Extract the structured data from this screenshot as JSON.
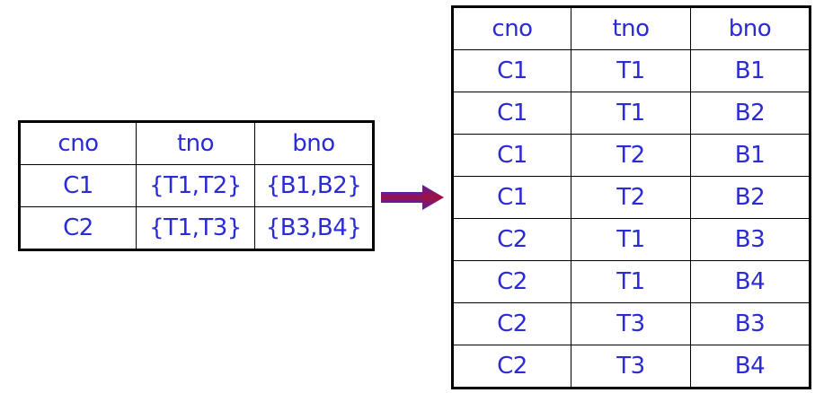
{
  "left_table": {
    "headers": [
      "cno",
      "tno",
      "bno"
    ],
    "rows": [
      [
        "C1",
        "{T1,T2}",
        "{B1,B2}"
      ],
      [
        "C2",
        "{T1,T3}",
        "{B3,B4}"
      ]
    ]
  },
  "right_table": {
    "headers": [
      "cno",
      "tno",
      "bno"
    ],
    "rows": [
      [
        "C1",
        "T1",
        "B1"
      ],
      [
        "C1",
        "T1",
        "B2"
      ],
      [
        "C1",
        "T2",
        "B1"
      ],
      [
        "C1",
        "T2",
        "B2"
      ],
      [
        "C2",
        "T1",
        "B3"
      ],
      [
        "C2",
        "T1",
        "B4"
      ],
      [
        "C2",
        "T3",
        "B3"
      ],
      [
        "C2",
        "T3",
        "B4"
      ]
    ]
  },
  "colors": {
    "text": "#2B2BD6",
    "border": "#000000",
    "arrow_dark": "#A0103F",
    "arrow_light": "#5B1FA8"
  },
  "arrow_icon": "right-arrow-icon"
}
